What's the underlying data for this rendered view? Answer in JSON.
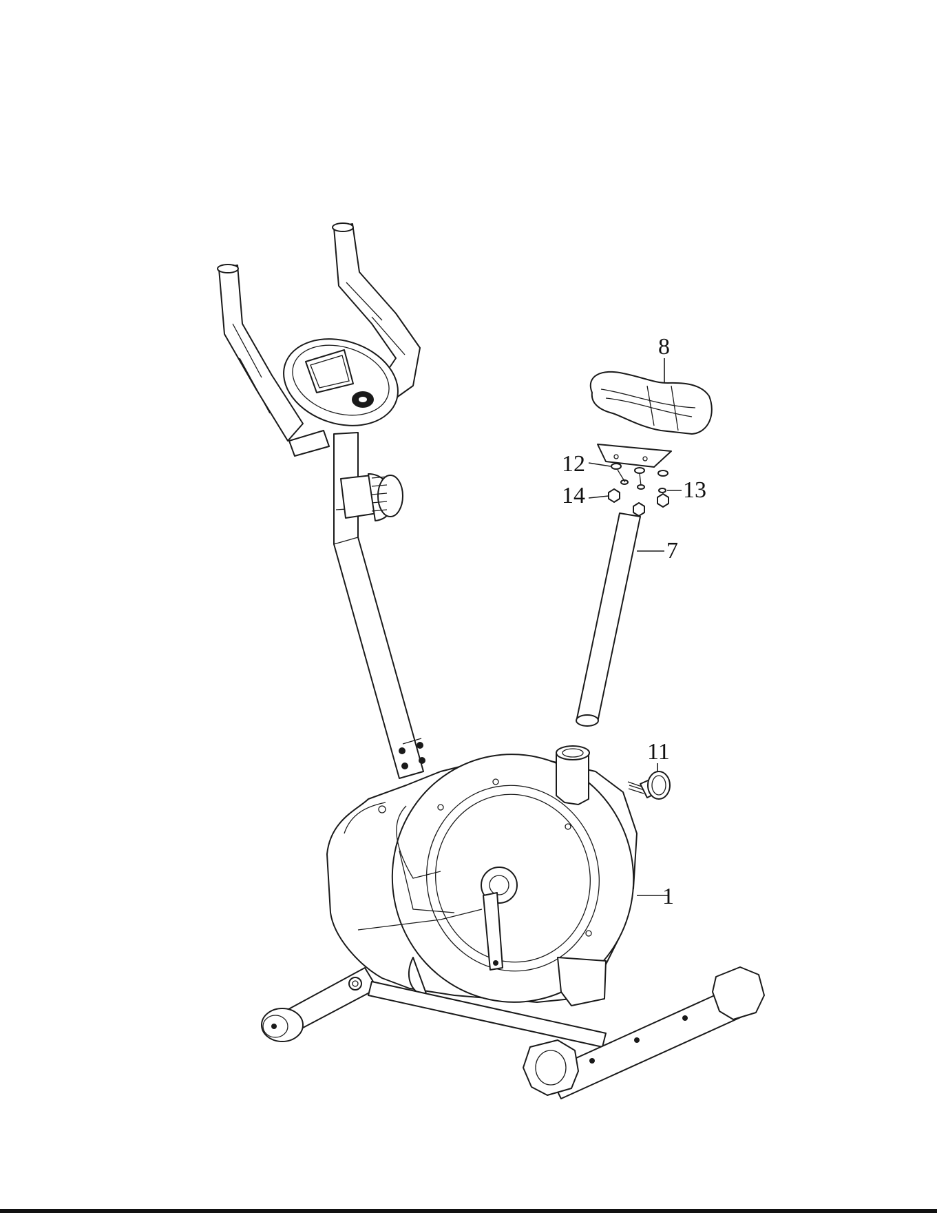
{
  "callouts": {
    "seat": "8",
    "seat_post": "7",
    "washer": "12",
    "spring_washer": "13",
    "nut": "14",
    "adjust_knob": "11",
    "main_frame": "1"
  },
  "colors": {
    "line": "#1a1a1a",
    "background": "#ffffff"
  }
}
